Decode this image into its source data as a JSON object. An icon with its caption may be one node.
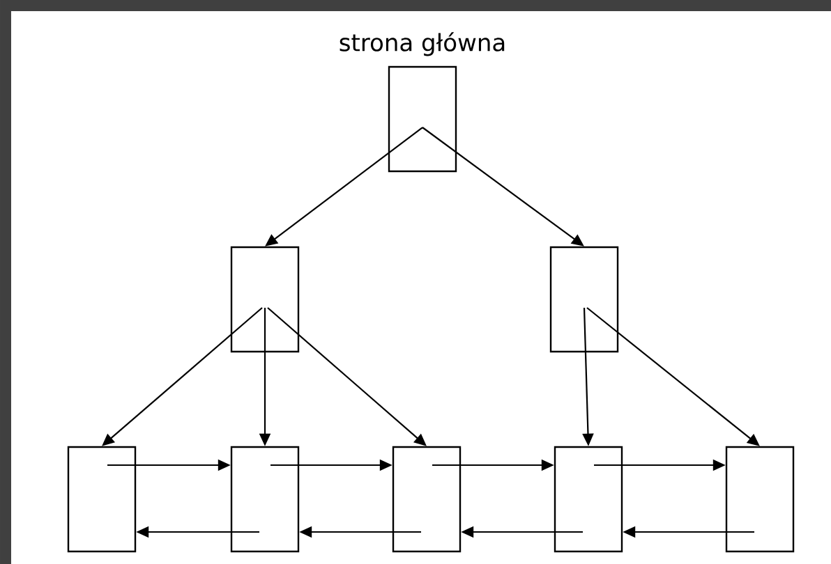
{
  "diagram": {
    "nodes": [
      {
        "text": [
          "strona główna"
        ]
      },
      {
        "text": [],
        "shape": "box"
      },
      {
        "text": [],
        "shape": "box"
      },
      {
        "text": [],
        "shape": "box"
      },
      {
        "text": [],
        "shape": "box"
      },
      {
        "text": [],
        "shape": "box"
      },
      {
        "text": [],
        "shape": "box"
      },
      {
        "text": [],
        "shape": "box"
      }
    ],
    "edges": [
      {
        "from": 0,
        "to": 1,
        "arrow": "to"
      },
      {
        "from": 0,
        "to": 2,
        "arrow": "to"
      },
      {
        "from": 1,
        "to": 3,
        "arrow": "to"
      },
      {
        "from": 1,
        "to": 4,
        "arrow": "to"
      },
      {
        "from": 1,
        "to": 5,
        "arrow": "to"
      },
      {
        "from": 2,
        "to": 6,
        "arrow": "to"
      },
      {
        "from": 2,
        "to": 7,
        "arrow": "to"
      },
      {
        "from": 3,
        "to": 4,
        "arrow": "to"
      },
      {
        "from": 4,
        "to": 5,
        "arrow": "to"
      },
      {
        "from": 5,
        "to": 6,
        "arrow": "to"
      },
      {
        "from": 6,
        "to": 7,
        "arrow": "to"
      },
      {
        "from": 4,
        "to": 3,
        "arrow": "to"
      },
      {
        "from": 5,
        "to": 4,
        "arrow": "to"
      },
      {
        "from": 6,
        "to": 5,
        "arrow": "to"
      },
      {
        "from": 7,
        "to": 6,
        "arrow": "to"
      }
    ]
  }
}
